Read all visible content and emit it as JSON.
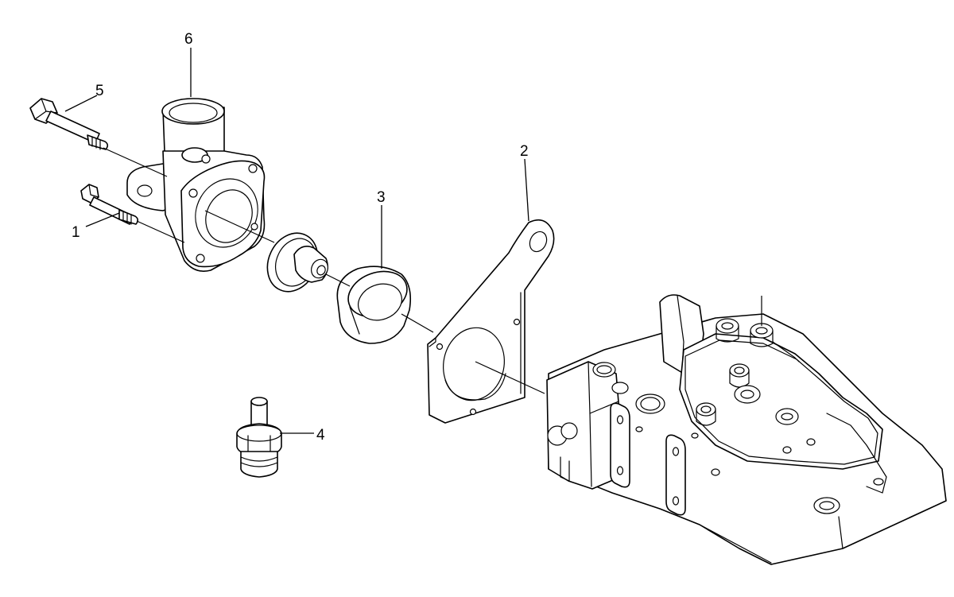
{
  "callouts": [
    "1",
    "2",
    "3",
    "4",
    "5",
    "6"
  ],
  "colors": {
    "line": "#000000",
    "background": "#ffffff"
  },
  "icons": [
    "bolt-icon",
    "thermostat-housing-icon",
    "thermostat-icon",
    "ring-icon",
    "bracket-plate-icon",
    "fitting-icon",
    "engine-head-icon"
  ]
}
